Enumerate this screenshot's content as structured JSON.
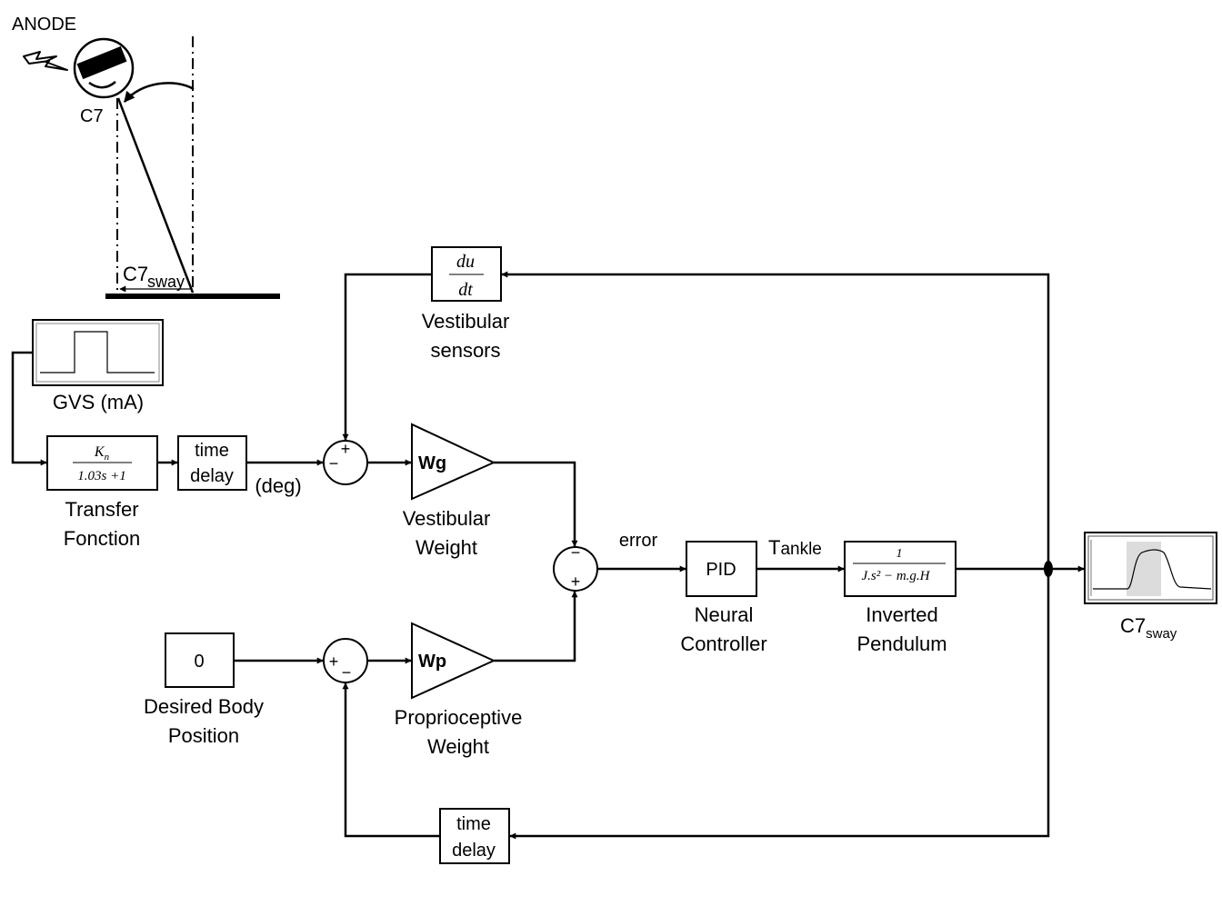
{
  "header": {
    "anode_label": "ANODE"
  },
  "figure": {
    "c7_label": "C7",
    "c7_sway_main": "C7",
    "c7_sway_sub": "sway"
  },
  "gvs": {
    "label": "GVS (mA)"
  },
  "transfer_function": {
    "numerator": "K",
    "numerator_sub": "n",
    "denominator": "1.03s +1",
    "label_line1": "Transfer",
    "label_line2": "Fonction"
  },
  "time_delay_top": {
    "line1": "time",
    "line2": "delay"
  },
  "deg_label": "(deg)",
  "vestibular_sensors": {
    "numerator": "du",
    "denominator": "dt",
    "label_line1": "Vestibular",
    "label_line2": "sensors"
  },
  "sum_top": {
    "sign_top": "+",
    "sign_left": "−"
  },
  "vestibular_weight": {
    "gain": "Wg",
    "label_line1": "Vestibular",
    "label_line2": "Weight"
  },
  "sum_mid": {
    "sign_top": "−",
    "sign_bottom": "+"
  },
  "error_label": "error",
  "pid": {
    "text": "PID",
    "label_line1": "Neural",
    "label_line2": "Controller"
  },
  "torque": {
    "main": "T",
    "sub": "ankle"
  },
  "inverted_pendulum": {
    "numerator": "1",
    "denominator": "J.s² − m.g.H",
    "label_line1": "Inverted",
    "label_line2": "Pendulum"
  },
  "scope": {
    "label_main": "C7",
    "label_sub": "sway"
  },
  "desired": {
    "value": "0",
    "label_line1": "Desired Body",
    "label_line2": "Position"
  },
  "sum_bottom": {
    "sign_left": "+",
    "sign_bottom": "−"
  },
  "proprioceptive_weight": {
    "gain": "Wp",
    "label_line1": "Proprioceptive",
    "label_line2": "Weight"
  },
  "time_delay_bottom": {
    "line1": "time",
    "line2": "delay"
  }
}
